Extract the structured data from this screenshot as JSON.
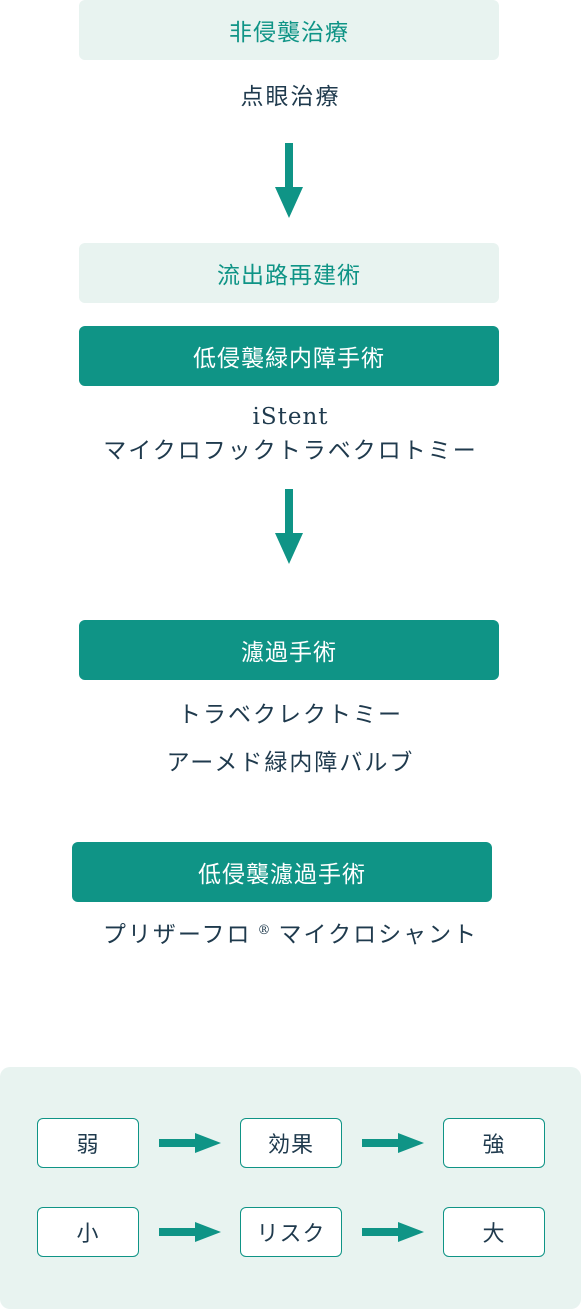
{
  "stage1": {
    "category": "非侵襲治療",
    "treatment": "点眼治療"
  },
  "stage2": {
    "category": "流出路再建術",
    "subcategory": "低侵襲緑内障手術",
    "treatments": [
      "iStent",
      "マイクロフックトラベクロトミー"
    ]
  },
  "stage3": {
    "category": "濾過手術",
    "treatments": [
      "トラベクレクトミー",
      "アーメド緑内障バルブ"
    ]
  },
  "stage4": {
    "category": "低侵襲濾過手術",
    "treatment_prefix": "プリザーフロ",
    "treatment_mark": "®",
    "treatment_suffix": "マイクロシャント"
  },
  "legend": {
    "row1": [
      "弱",
      "効果",
      "強"
    ],
    "row2": [
      "小",
      "リスク",
      "大"
    ]
  },
  "colors": {
    "accent": "#0f9486",
    "light_bg": "#e8f3f0",
    "text": "#1f3a4d"
  }
}
